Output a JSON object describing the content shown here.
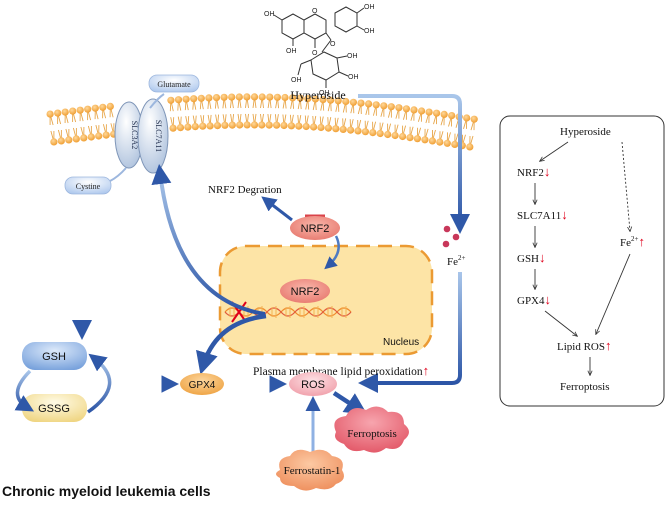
{
  "molecule": {
    "name": "Hyperoside",
    "hydroxyl": "OH",
    "carbonyl_o": "O",
    "ring_o": "O",
    "link_o": "O"
  },
  "membrane": {
    "transporter_left": "SLC3A2",
    "transporter_right": "SLC7A11",
    "glutamate": "Glutamate",
    "cystine": "Cystine"
  },
  "pathway": {
    "nrf2_degradation": "NRF2 Degration",
    "nrf2_cyto": "NRF2",
    "nrf2_nuclear": "NRF2",
    "nucleus": "Nucleus",
    "fe": "Fe",
    "fe_sup": "2+",
    "lipid_perox": "Plasma membrane lipid peroxidation",
    "gsh": "GSH",
    "gssg": "GSSG",
    "gpx4": "GPX4",
    "ros": "ROS",
    "ferroptosis": "Ferroptosis",
    "ferrostatin": "Ferrostatin-1"
  },
  "caption": "Chronic myeloid leukemia cells",
  "summary": {
    "hyperoside": "Hyperoside",
    "nrf2": "NRF2",
    "slc7a11": "SLC7A11",
    "gsh": "GSH",
    "gpx4": "GPX4",
    "fe": "Fe",
    "fe_sup": "2+",
    "lipid_ros": "Lipid ROS",
    "ferroptosis": "Ferroptosis"
  },
  "indicators": {
    "up": "↑",
    "down": "↓"
  },
  "colors": {
    "blue_arrow": "#3c6ab4",
    "red_inhibit": "#d9434a",
    "up_down": "#e0001b",
    "membrane_head": "#f4a93c",
    "nucleus_fill": "#fde4a6",
    "nucleus_border": "#eb9a33",
    "nrf2_fill": "#ef8b7e",
    "gsh_fill": "#8eb3e6",
    "gssg_fill": "#f4e29f",
    "gpx4_fill": "#f3ac4c",
    "ros_fill": "#f2a3ad",
    "ferroptosis_fill": "#e85867",
    "ferrostatin_fill": "#f29c6b",
    "fe_dot": "#c8375a"
  }
}
